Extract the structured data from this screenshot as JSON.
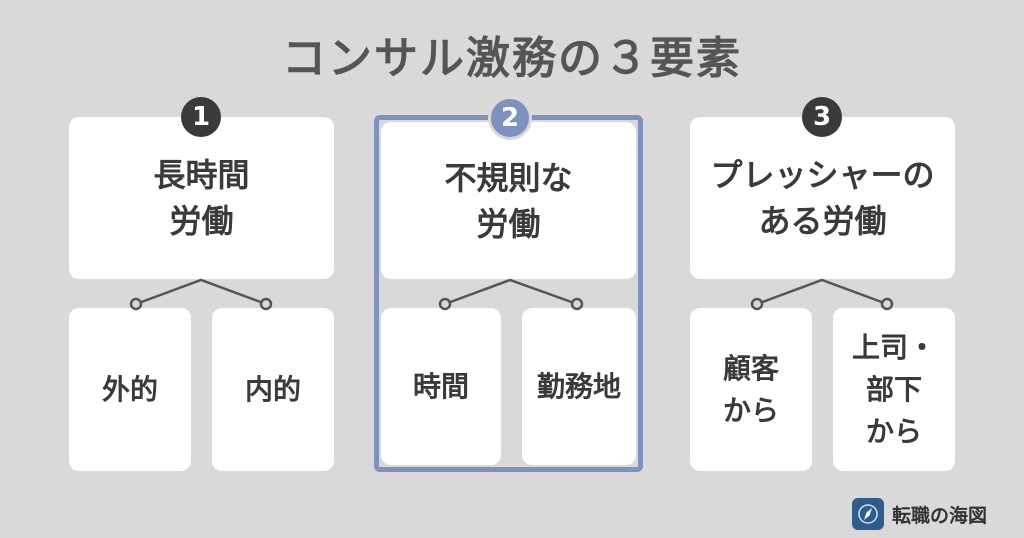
{
  "title": "コンサル激務の３要素",
  "elements": [
    {
      "number": "1",
      "label": "長時間\n労働",
      "factors": [
        "外的",
        "内的"
      ]
    },
    {
      "number": "2",
      "label": "不規則な\n労働",
      "factors": [
        "時間",
        "勤務地"
      ]
    },
    {
      "number": "3",
      "label": "プレッシャーの\nある労働",
      "factors": [
        "顧客\nから",
        "上司・\n部下\nから"
      ]
    }
  ],
  "brand": {
    "name": "転職の海図",
    "icon": "compass-icon"
  },
  "colors": {
    "background": "#d9d9d9",
    "card": "#ffffff",
    "highlight": "#7f91be",
    "badge": "#3a3a3a"
  }
}
